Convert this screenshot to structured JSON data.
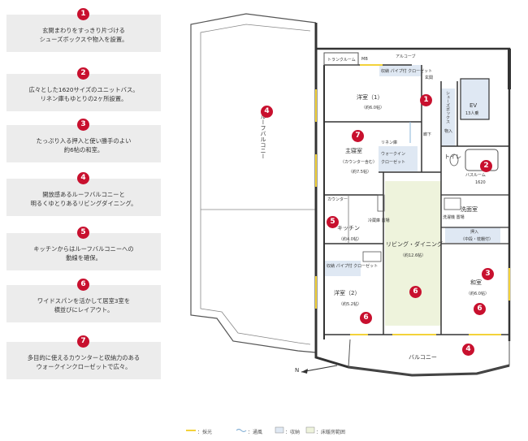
{
  "features": [
    {
      "num": "1",
      "lines": [
        "玄関まわりをすっきり片づける",
        "シューズボックスや物入を設置。"
      ]
    },
    {
      "num": "2",
      "lines": [
        "広々とした1620サイズのユニットバス。",
        "リネン庫もゆとりの2ヶ所設置。"
      ]
    },
    {
      "num": "3",
      "lines": [
        "たっぷり入る押入と使い勝手のよい",
        "約6帖の和室。"
      ]
    },
    {
      "num": "4",
      "lines": [
        "開放感あるルーフバルコニーと",
        "明るくゆとりあるリビングダイニング。"
      ]
    },
    {
      "num": "5",
      "lines": [
        "キッチンからはルーフバルコニーへの",
        "動線を確保。"
      ]
    },
    {
      "num": "6",
      "lines": [
        "ワイドスパンを活かして居室3室を",
        "横並びにレイアウト。"
      ]
    },
    {
      "num": "7",
      "lines": [
        "多目的に使えるカウンターと収納力のある",
        "ウォークインクローゼットで広々。"
      ]
    }
  ],
  "plan": {
    "roof_balcony": "ルーフバルコニー",
    "trunk_room": "トランクルーム",
    "mb": "MB",
    "alcove": "アルコーブ",
    "genkan": "玄関",
    "shoes_box": "シューズボックス",
    "monoire": "物入",
    "ev": "EV",
    "ev_cap": "13人乗",
    "corridor": "廊下",
    "western1": "洋室（1）",
    "western1_size": "（約6.0帖）",
    "master": "主寝室",
    "master_note": "（カウンター含む）",
    "master_size": "（約7.5帖）",
    "walkin": "ウォークイン",
    "closet": "クローゼット",
    "pipe_closet": "収納 パイプ付 クローゼット",
    "linen": "リネン庫",
    "counter": "カウンター",
    "fridge": "冷蔵庫 置場",
    "kitchen": "キッチン",
    "kitchen_size": "（約4.0帖）",
    "toilet": "トイレ",
    "bath": "バスルーム",
    "bath_size": "1620",
    "washroom": "洗面室",
    "washer": "洗濯機 置場",
    "oshiire": "押入",
    "oshiire_note": "（中段・枕棚付）",
    "living": "リビング・ダイニング",
    "living_size": "（約12.6帖）",
    "western2": "洋室（2）",
    "western2_size": "（約5.2帖）",
    "washitsu": "和室",
    "washitsu_size": "（約6.0帖）",
    "balcony": "バルコニー",
    "north": "N"
  },
  "legend": [
    {
      "label": "：採光",
      "color": "#f3d23a"
    },
    {
      "label": "：通風",
      "color": "#8ab4d8"
    },
    {
      "label": "：収納",
      "color": "#dfe8f3"
    },
    {
      "label": "：床暖房範囲",
      "color": "#eef3dc"
    }
  ]
}
